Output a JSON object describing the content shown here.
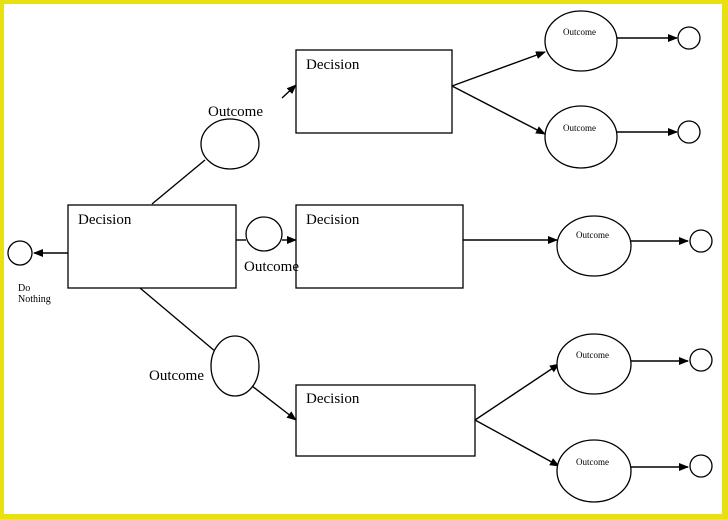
{
  "diagram": {
    "decision_label": "Decision",
    "outcome_label": "Outcome",
    "do_nothing_line1": "Do",
    "do_nothing_line2": "Nothing"
  }
}
